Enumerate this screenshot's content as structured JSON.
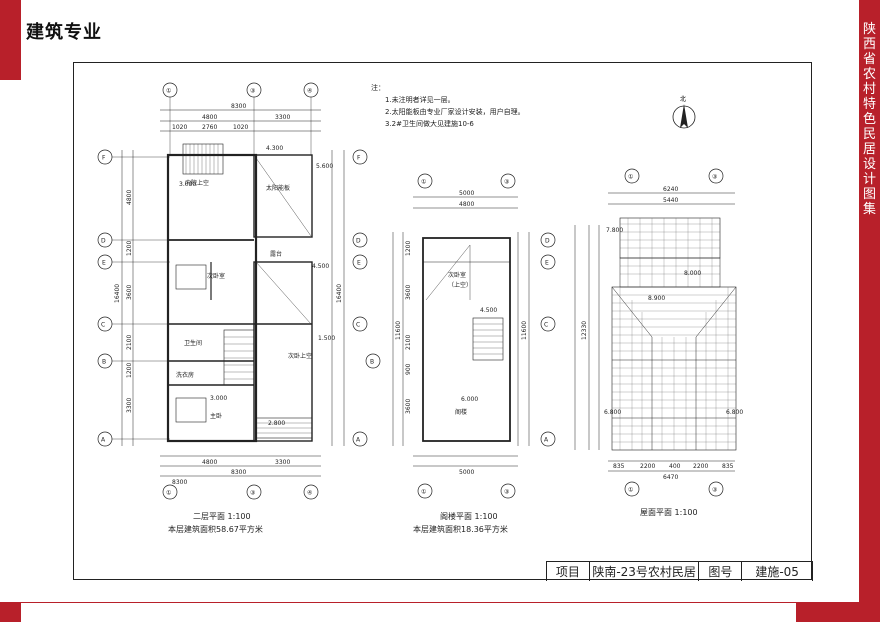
{
  "header": {
    "title": "建筑专业"
  },
  "side_band": {
    "text": "陕西省农村特色民居设计图集"
  },
  "notes": {
    "title": "注：",
    "items": [
      "1.未注明者详见一层。",
      "2.太阳能板由专业厂家设计安装，用户自理。",
      "3.2#卫生间做大见建施10-6"
    ]
  },
  "north": "北",
  "plans": {
    "second": {
      "title": "二层平面 1:100",
      "area": "本层建筑面积58.67平方米"
    },
    "attic": {
      "title": "阁楼平面 1:100",
      "area": "本层建筑面积18.36平方米"
    },
    "roof": {
      "title": "屋面平面 1:100"
    }
  },
  "axes": {
    "second_top": [
      "①",
      "③",
      "④"
    ],
    "attic_top": [
      "①",
      "③"
    ],
    "roof_top": [
      "①",
      "③"
    ],
    "rows": [
      "F",
      "D",
      "E",
      "C",
      "B",
      "A"
    ]
  },
  "dims": {
    "second_total": "8300",
    "second_a": "4800",
    "second_b": "3300",
    "second_sub": [
      "1020",
      "2760",
      "1020"
    ],
    "second_left": [
      "4800",
      "1200",
      "3600",
      "2100",
      "1200",
      "3300"
    ],
    "second_left_total": "16400",
    "attic_total": "5000",
    "attic_inner": "4800",
    "attic_left": [
      "1200",
      "3600",
      "2100",
      "900",
      "3600"
    ],
    "attic_left_total": "11600",
    "roof_total": "6240",
    "roof_inner": "5440",
    "roof_bottom": [
      "835",
      "2200",
      "400",
      "2200",
      "835"
    ],
    "roof_bottom_total": "6470",
    "roof_left_total": "12330"
  },
  "rooms": {
    "second": [
      "内院上空",
      "太阳能板",
      "次卧室",
      "卫生间",
      "洗衣房",
      "主卧",
      "露台",
      "次卧上空"
    ],
    "attic": [
      "次卧室",
      "（上空）",
      "阁楼"
    ]
  },
  "levels": {
    "second": [
      "3.000",
      "4.300",
      "5.600",
      "4.500",
      "3.000",
      "1.500",
      "2.800"
    ],
    "attic": [
      "4.500",
      "6.000"
    ],
    "roof": [
      "7.800",
      "8.000",
      "8.900",
      "6.800",
      "6.800"
    ]
  },
  "title_block": {
    "project_label": "项目",
    "project_name": "陕南-23号农村民居",
    "drawing_no_label": "图号",
    "drawing_no": "建施-05"
  }
}
